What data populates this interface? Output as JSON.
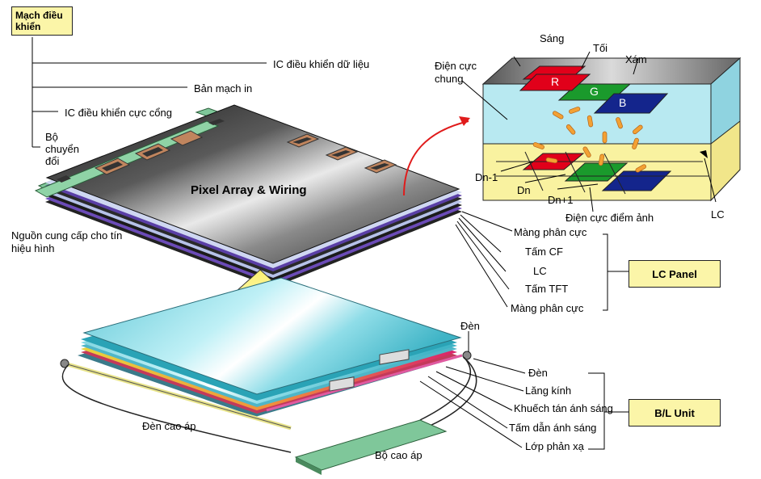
{
  "colors": {
    "panel_box_fill": "#fbf5a8",
    "pcb_green": "#7fc79a",
    "cell_liquid": "#a9dfe9",
    "cell_floor": "#f9f2a0",
    "subpixel_red": "#e1001a",
    "subpixel_green": "#1a9a2c",
    "subpixel_blue": "#14258c",
    "arrow_red": "#e01b1b",
    "up_arrow_yellow": "#fbf06e"
  },
  "labels": {
    "control_circuit": "Mạch điều khiển",
    "data_ic": "IC điều khiển dữ liệu",
    "pcb": "Bản mạch in",
    "gate_ic": "IC điều khiển cực cổng",
    "converter": "Bộ chuyển đổi",
    "pixel_array": "Pixel Array & Wiring",
    "signal_supply": "Nguồn cung cấp cho tín hiệu hình",
    "polarizer_top": "Màng phân cực",
    "cf_plate": "Tấm CF",
    "lc_layer": "LC",
    "tft_plate": "Tấm TFT",
    "polarizer_bottom": "Màng phân cực",
    "lc_panel": "LC Panel",
    "bright": "Sáng",
    "dark": "Tối",
    "gray": "Xám",
    "common_electrode": "Điện cực chung",
    "red_sub": "R",
    "green_sub": "G",
    "blue_sub": "B",
    "dn_minus": "Dn-1",
    "dn": "Dn",
    "dn_plus": "Dn+1",
    "pixel_electrode": "Điện cực điểm ảnh",
    "lc_cell": "LC",
    "lamp_top": "Đèn",
    "lamp": "Đèn",
    "prism": "Lăng kính",
    "diffuser": "Khuếch tán ánh sáng",
    "light_guide": "Tấm dẫn ánh sáng",
    "reflector": "Lớp phản xạ",
    "hv_lamp": "Đèn cao áp",
    "inverter": "Bộ cao áp",
    "bl_unit": "B/L Unit"
  }
}
